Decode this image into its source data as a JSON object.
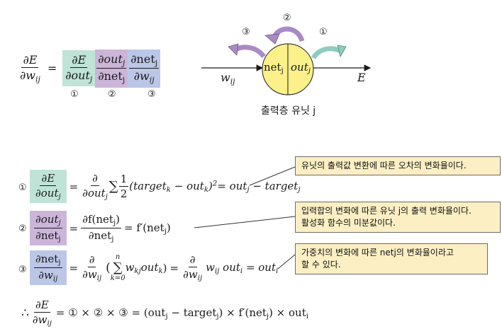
{
  "top_equation": {
    "lhs_num": "∂E",
    "lhs_den": "∂w",
    "lhs_den_sub": "ij",
    "eq": "=",
    "t1_num": "∂E",
    "t1_den": "∂out",
    "t1_den_sub": "j",
    "t2_num": "∂out",
    "t2_num_sub": "j",
    "t2_den": "∂net",
    "t2_den_sub": "j",
    "t3_num": "∂net",
    "t3_num_sub": "j",
    "t3_den": "∂w",
    "t3_den_sub": "ij",
    "m1": "①",
    "m2": "②",
    "m3": "③"
  },
  "neuron": {
    "in_label": "w",
    "in_label_sub": "ij",
    "net": "net",
    "net_sub": "j",
    "out": "out",
    "out_sub": "j",
    "out_label": "E",
    "caption": "출력층 유닛 j",
    "m1": "①",
    "m2": "②",
    "m3": "③",
    "colors": {
      "circle": "#fbf08a",
      "arrow_purple": "#a88bc4",
      "arrow_teal": "#8fcbbf"
    }
  },
  "eq1": {
    "marker": "①",
    "lhs_num": "∂E",
    "lhs_den": "∂out",
    "lhs_den_sub": "j",
    "d_num": "∂",
    "d_den": "∂out",
    "d_den_sub": "j",
    "sum": "∑",
    "half_num": "1",
    "half_den": "2",
    "body_a": "(target",
    "body_a_sub": "k",
    "body_b": " − out",
    "body_b_sub": "k",
    "body_c": ")",
    "pow": "2",
    "eq_a": "= out",
    "eq_a_sub": "j",
    "eq_b": " − target",
    "eq_b_sub": "j"
  },
  "eq2": {
    "marker": "②",
    "lhs_num": "∂out",
    "lhs_num_sub": "j",
    "lhs_den": "∂net",
    "lhs_den_sub": "j",
    "r_num": "∂f(net",
    "r_num_sub": "j",
    "r_num_end": ")",
    "r_den": "∂net",
    "r_den_sub": "j",
    "tail": "= f′(net",
    "tail_sub": "j",
    "tail_end": ")"
  },
  "eq3": {
    "marker": "③",
    "lhs_num": "∂net",
    "lhs_num_sub": "j",
    "lhs_den": "∂w",
    "lhs_den_sub": "ij",
    "d_num": "∂",
    "d_den": "∂w",
    "d_den_sub": "ij",
    "sum_top": "n",
    "sum": "∑",
    "sum_bottom": "k=0",
    "body": "w",
    "body_sub": "kj",
    "body2": "out",
    "body2_sub": "k",
    "close": ")",
    "eq": "=",
    "d2_num": "∂",
    "d2_den": "∂w",
    "d2_den_sub": "ij",
    "tail_a": "w",
    "tail_a_sub": "ij",
    "tail_b": " out",
    "tail_b_sub": "i",
    "tail_c": " = out",
    "tail_c_sub": "i"
  },
  "final_eq": {
    "therefore": "∴",
    "lhs_num": "∂E",
    "lhs_den": "∂w",
    "lhs_den_sub": "ij",
    "chain": "= ① × ② × ③ = (out",
    "chain_sub": "j",
    "chain_b": " − target",
    "chain_b_sub": "j",
    "chain_c": ") × f′(net",
    "chain_c_sub": "j",
    "chain_d": ") × out",
    "chain_d_sub": "i"
  },
  "notes": {
    "n1": "유닛의 출력값 변환에 따른 오차의 변화율이다.",
    "n2_l1": "입력합의 변화에 따른 유닛 j의 출력 변화율이다.",
    "n2_l2": "활성화 함수의 미분값이다.",
    "n3_l1": "가중치의 변화에 따른 netj의 변화율이라고",
    "n3_l2": "할 수 있다."
  }
}
